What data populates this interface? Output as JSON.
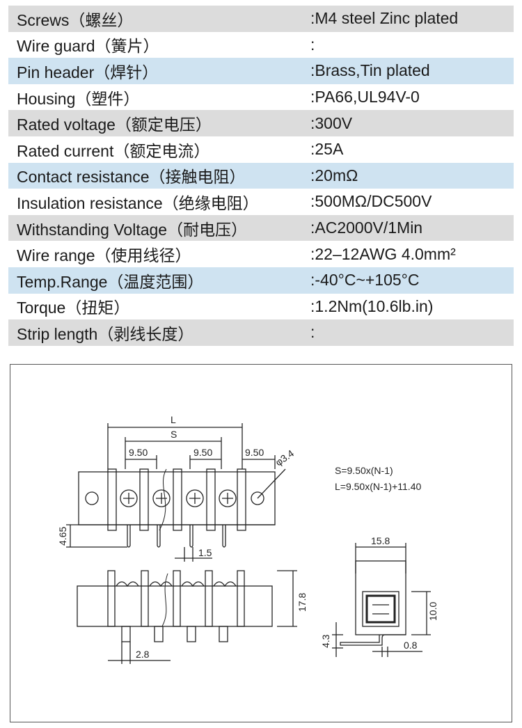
{
  "specs": [
    {
      "label": "Screws（螺丝）",
      "value": ":M4 steel Zinc plated",
      "shade": "gray"
    },
    {
      "label": "Wire guard（簧片）",
      "value": ":",
      "shade": "white"
    },
    {
      "label": "Pin header（焊针）",
      "value": ":Brass,Tin plated",
      "shade": "blue"
    },
    {
      "label": "Housing（塑件）",
      "value": ":PA66,UL94V-0",
      "shade": "white"
    },
    {
      "label": "Rated voltage（额定电压）",
      "value": ":300V",
      "shade": "gray"
    },
    {
      "label": "Rated current（额定电流）",
      "value": ":25A",
      "shade": "white"
    },
    {
      "label": "Contact resistance（接触电阻）",
      "value": ":20mΩ",
      "shade": "blue"
    },
    {
      "label": "Insulation resistance（绝缘电阻）",
      "value": ":500MΩ/DC500V",
      "shade": "white"
    },
    {
      "label": "Withstanding Voltage（耐电压）",
      "value": ":AC2000V/1Min",
      "shade": "gray"
    },
    {
      "label": "Wire range（使用线径）",
      "value": ":22–12AWG 4.0mm²",
      "shade": "white"
    },
    {
      "label": "Temp.Range（温度范围）",
      "value": ":-40°C~+105°C",
      "shade": "blue"
    },
    {
      "label": "Torque（扭矩）",
      "value": ":1.2Nm(10.6lb.in)",
      "shade": "white"
    },
    {
      "label": "Strip length（剥线长度）",
      "value": ":",
      "shade": "gray"
    }
  ],
  "drawing": {
    "dim_L": "L",
    "dim_S": "S",
    "pitch_1": "9.50",
    "pitch_2": "9.50",
    "pitch_3": "9.50",
    "hole_dia": "φ3.4",
    "height_465": "4.65",
    "pin_15": "1.5",
    "height_178": "17.8",
    "pin_28": "2.8",
    "formula_S": "S=9.50x(N-1)",
    "formula_L": "L=9.50x(N-1)+11.40",
    "width_158": "15.8",
    "height_100": "10.0",
    "height_43": "4.3",
    "thick_08": "0.8"
  }
}
